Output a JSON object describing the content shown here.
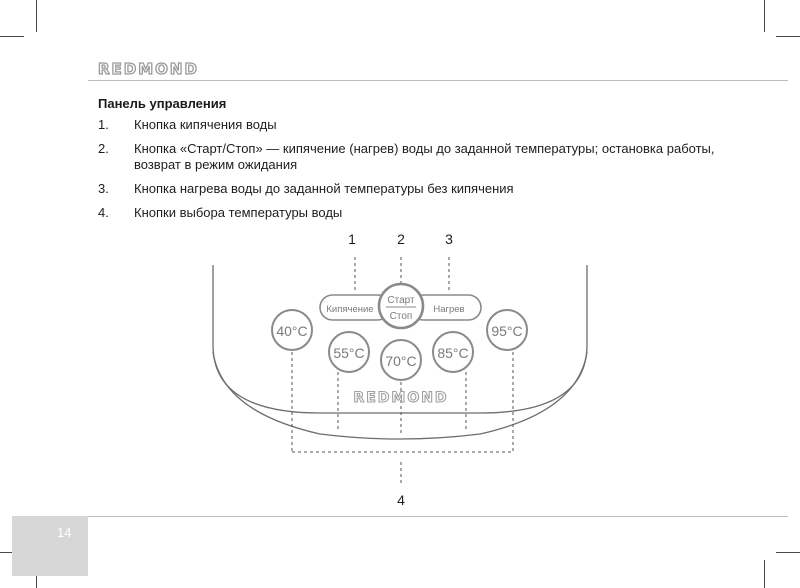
{
  "header": {
    "brand": "REDMOND"
  },
  "section": {
    "title": "Панель управления",
    "items": [
      {
        "num": "1.",
        "text": "Кнопка кипячения воды"
      },
      {
        "num": "2.",
        "text": "Кнопка «Старт/Стоп» — кипячение (нагрев) воды до заданной температуры; остановка работы, возврат в режим ожидания"
      },
      {
        "num": "3.",
        "text": "Кнопка нагрева воды до заданной температуры без кипячения"
      },
      {
        "num": "4.",
        "text": "Кнопки выбора температуры воды"
      }
    ]
  },
  "diagram": {
    "callouts": [
      "1",
      "2",
      "3",
      "4"
    ],
    "buttons": {
      "boil": "Кипячение",
      "start": "Старт",
      "stop": "Стоп",
      "heat": "Нагрев"
    },
    "temps": [
      "40°C",
      "55°C",
      "70°C",
      "85°C",
      "95°C"
    ],
    "device_logo": "REDMOND"
  },
  "footer": {
    "page_number": "14"
  }
}
